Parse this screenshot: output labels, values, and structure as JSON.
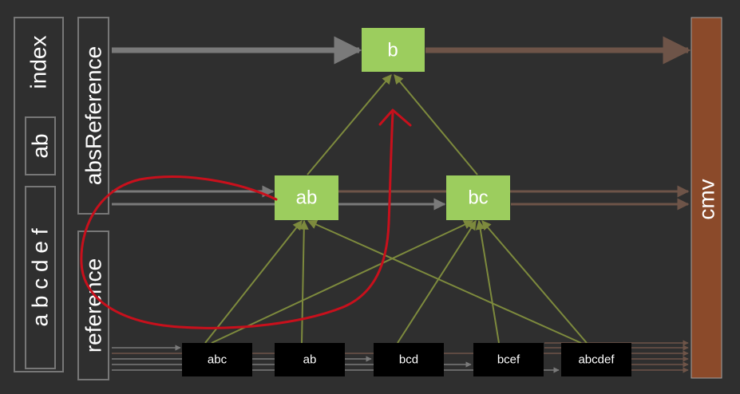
{
  "labels": {
    "index": "index",
    "ab_box": "ab",
    "letters": "a b c d e f",
    "absReference": "absReference",
    "reference": "reference",
    "cmv": "cmv"
  },
  "nodes": {
    "b": "b",
    "ab": "ab",
    "bc": "bc"
  },
  "sequences": [
    "abc",
    "ab",
    "bcd",
    "bcef",
    "abcdef"
  ],
  "colors": {
    "background": "#2f2f2f",
    "node_green": "#9ccd5e",
    "edge_olive": "#7d8a3d",
    "cmv_brown": "#8b4a2a",
    "annotation_red": "#c8101c"
  }
}
